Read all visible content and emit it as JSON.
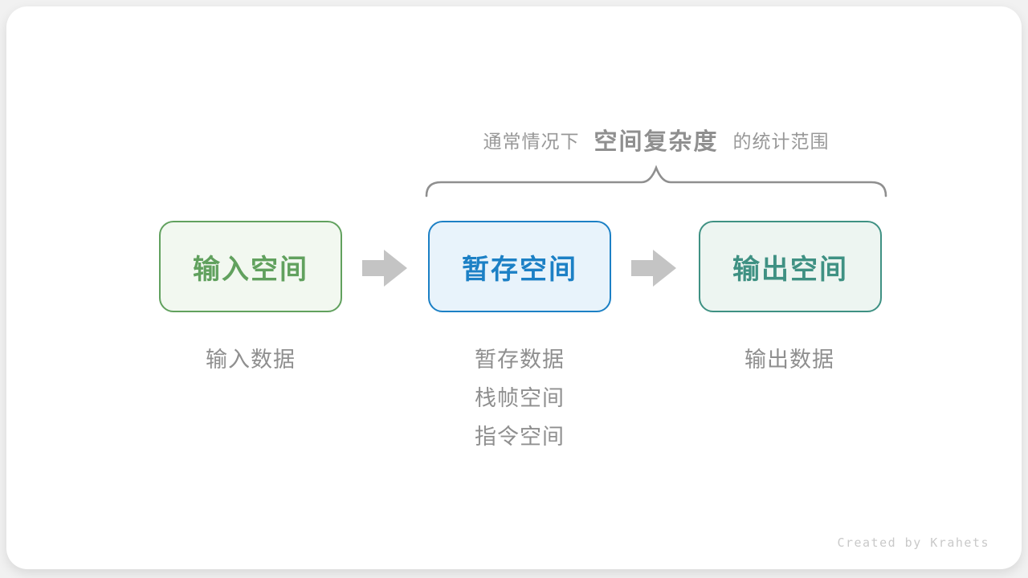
{
  "caption": {
    "prefix": "通常情况下",
    "highlight": "空间复杂度",
    "suffix": "的统计范围"
  },
  "columns": [
    {
      "box_label": "输入空间",
      "sublabels": [
        "输入数据"
      ]
    },
    {
      "box_label": "暂存空间",
      "sublabels": [
        "暂存数据",
        "栈帧空间",
        "指令空间"
      ]
    },
    {
      "box_label": "输出空间",
      "sublabels": [
        "输出数据"
      ]
    }
  ],
  "footer": {
    "credit": "Created by Krahets"
  },
  "colors": {
    "input_accent": "#61a15e",
    "input_bg": "#f2f8f0",
    "temp_accent": "#1c80c5",
    "temp_bg": "#e8f3fb",
    "output_accent": "#3f9183",
    "output_bg": "#edf5f1",
    "gray_text": "#8f8f8f",
    "arrow_gray": "#c4c4c4",
    "brace_gray": "#8f8f8f",
    "card_bg": "#ffffff",
    "page_bg": "#f1f1f1"
  },
  "icons": {
    "arrow_right": "block-arrow-right",
    "brace": "curly-brace-up"
  }
}
